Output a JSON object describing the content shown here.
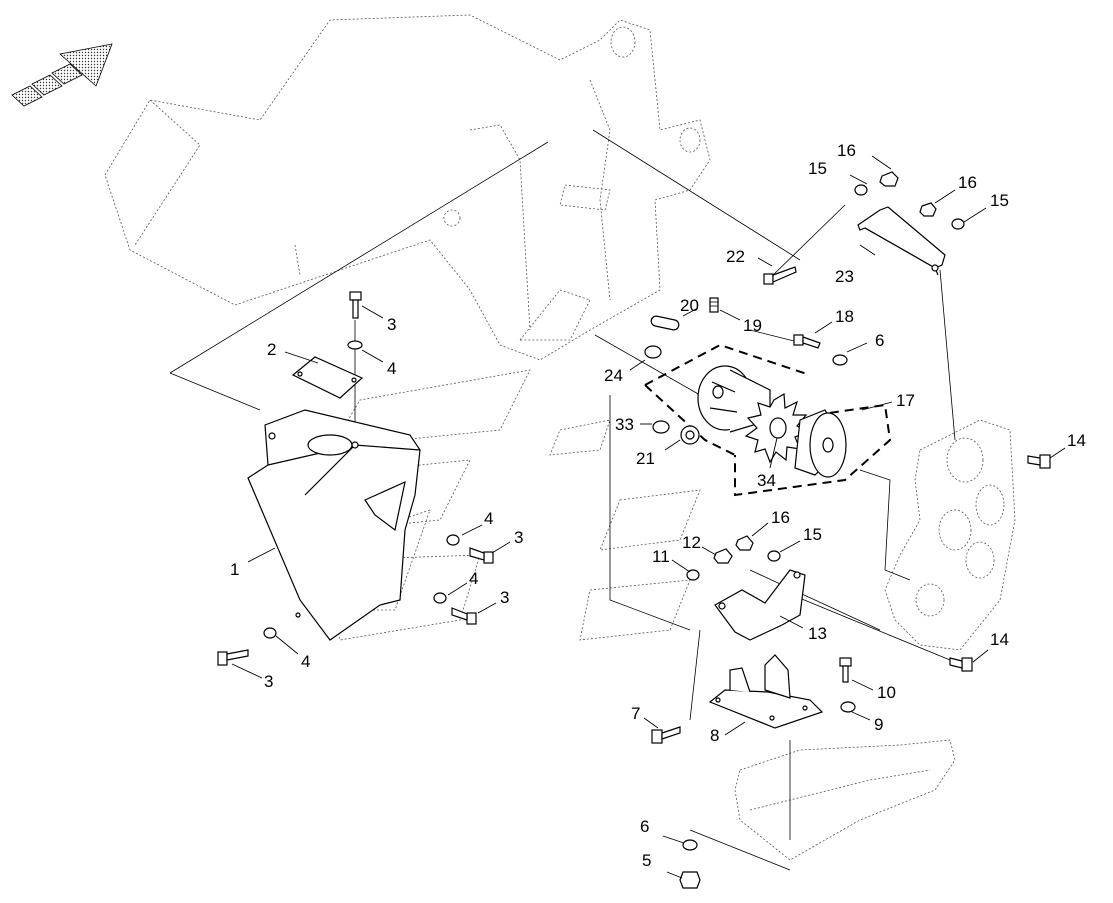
{
  "callouts": [
    {
      "id": "c1",
      "text": "1"
    },
    {
      "id": "c2",
      "text": "2"
    },
    {
      "id": "c3a",
      "text": "3"
    },
    {
      "id": "c3b",
      "text": "3"
    },
    {
      "id": "c3c",
      "text": "3"
    },
    {
      "id": "c3d",
      "text": "3"
    },
    {
      "id": "c4a",
      "text": "4"
    },
    {
      "id": "c4b",
      "text": "4"
    },
    {
      "id": "c4c",
      "text": "4"
    },
    {
      "id": "c4d",
      "text": "4"
    },
    {
      "id": "c5",
      "text": "5"
    },
    {
      "id": "c6a",
      "text": "6"
    },
    {
      "id": "c6b",
      "text": "6"
    },
    {
      "id": "c7",
      "text": "7"
    },
    {
      "id": "c8",
      "text": "8"
    },
    {
      "id": "c9",
      "text": "9"
    },
    {
      "id": "c10",
      "text": "10"
    },
    {
      "id": "c11",
      "text": "11"
    },
    {
      "id": "c12",
      "text": "12"
    },
    {
      "id": "c13",
      "text": "13"
    },
    {
      "id": "c14a",
      "text": "14"
    },
    {
      "id": "c14b",
      "text": "14"
    },
    {
      "id": "c15a",
      "text": "15"
    },
    {
      "id": "c15b",
      "text": "15"
    },
    {
      "id": "c15c",
      "text": "15"
    },
    {
      "id": "c16a",
      "text": "16"
    },
    {
      "id": "c16b",
      "text": "16"
    },
    {
      "id": "c16c",
      "text": "16"
    },
    {
      "id": "c17",
      "text": "17"
    },
    {
      "id": "c18",
      "text": "18"
    },
    {
      "id": "c19",
      "text": "19"
    },
    {
      "id": "c20",
      "text": "20"
    },
    {
      "id": "c21",
      "text": "21"
    },
    {
      "id": "c22",
      "text": "22"
    },
    {
      "id": "c23",
      "text": "23"
    },
    {
      "id": "c24",
      "text": "24"
    },
    {
      "id": "c33",
      "text": "33"
    },
    {
      "id": "c34",
      "text": "34"
    }
  ]
}
